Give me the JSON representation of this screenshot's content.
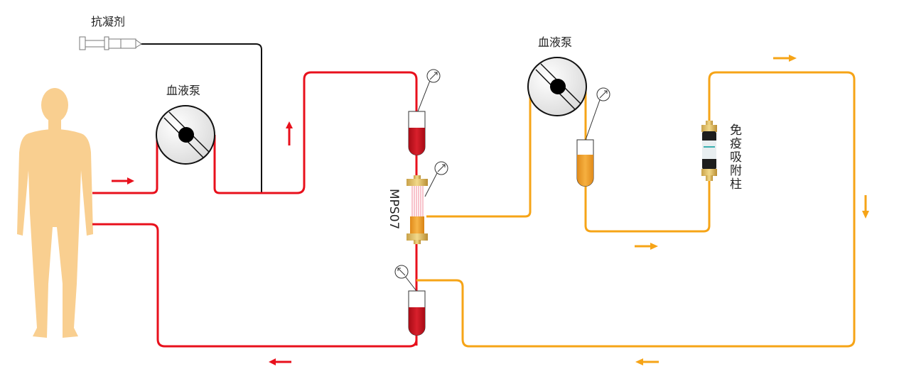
{
  "labels": {
    "anticoagulant": "抗凝剂",
    "blood_pump_1": "血液泵",
    "blood_pump_2": "血液泵",
    "plasma_separator": "MPS07",
    "immunoadsorption_column": [
      "免",
      "疫",
      "吸",
      "附",
      "柱"
    ]
  },
  "colors": {
    "blood_line": "#e8101c",
    "plasma_line": "#f6a417",
    "anticoagulant_line": "#111111",
    "human": "#f9cf90",
    "blood_fill": "#c8101e",
    "plasma_fill": "#f0a12a"
  },
  "icons": [
    "human-silhouette",
    "syringe",
    "blood-pump",
    "drip-chamber",
    "pressure-gauge",
    "plasma-separator",
    "immunoadsorption-column",
    "flow-arrow"
  ]
}
